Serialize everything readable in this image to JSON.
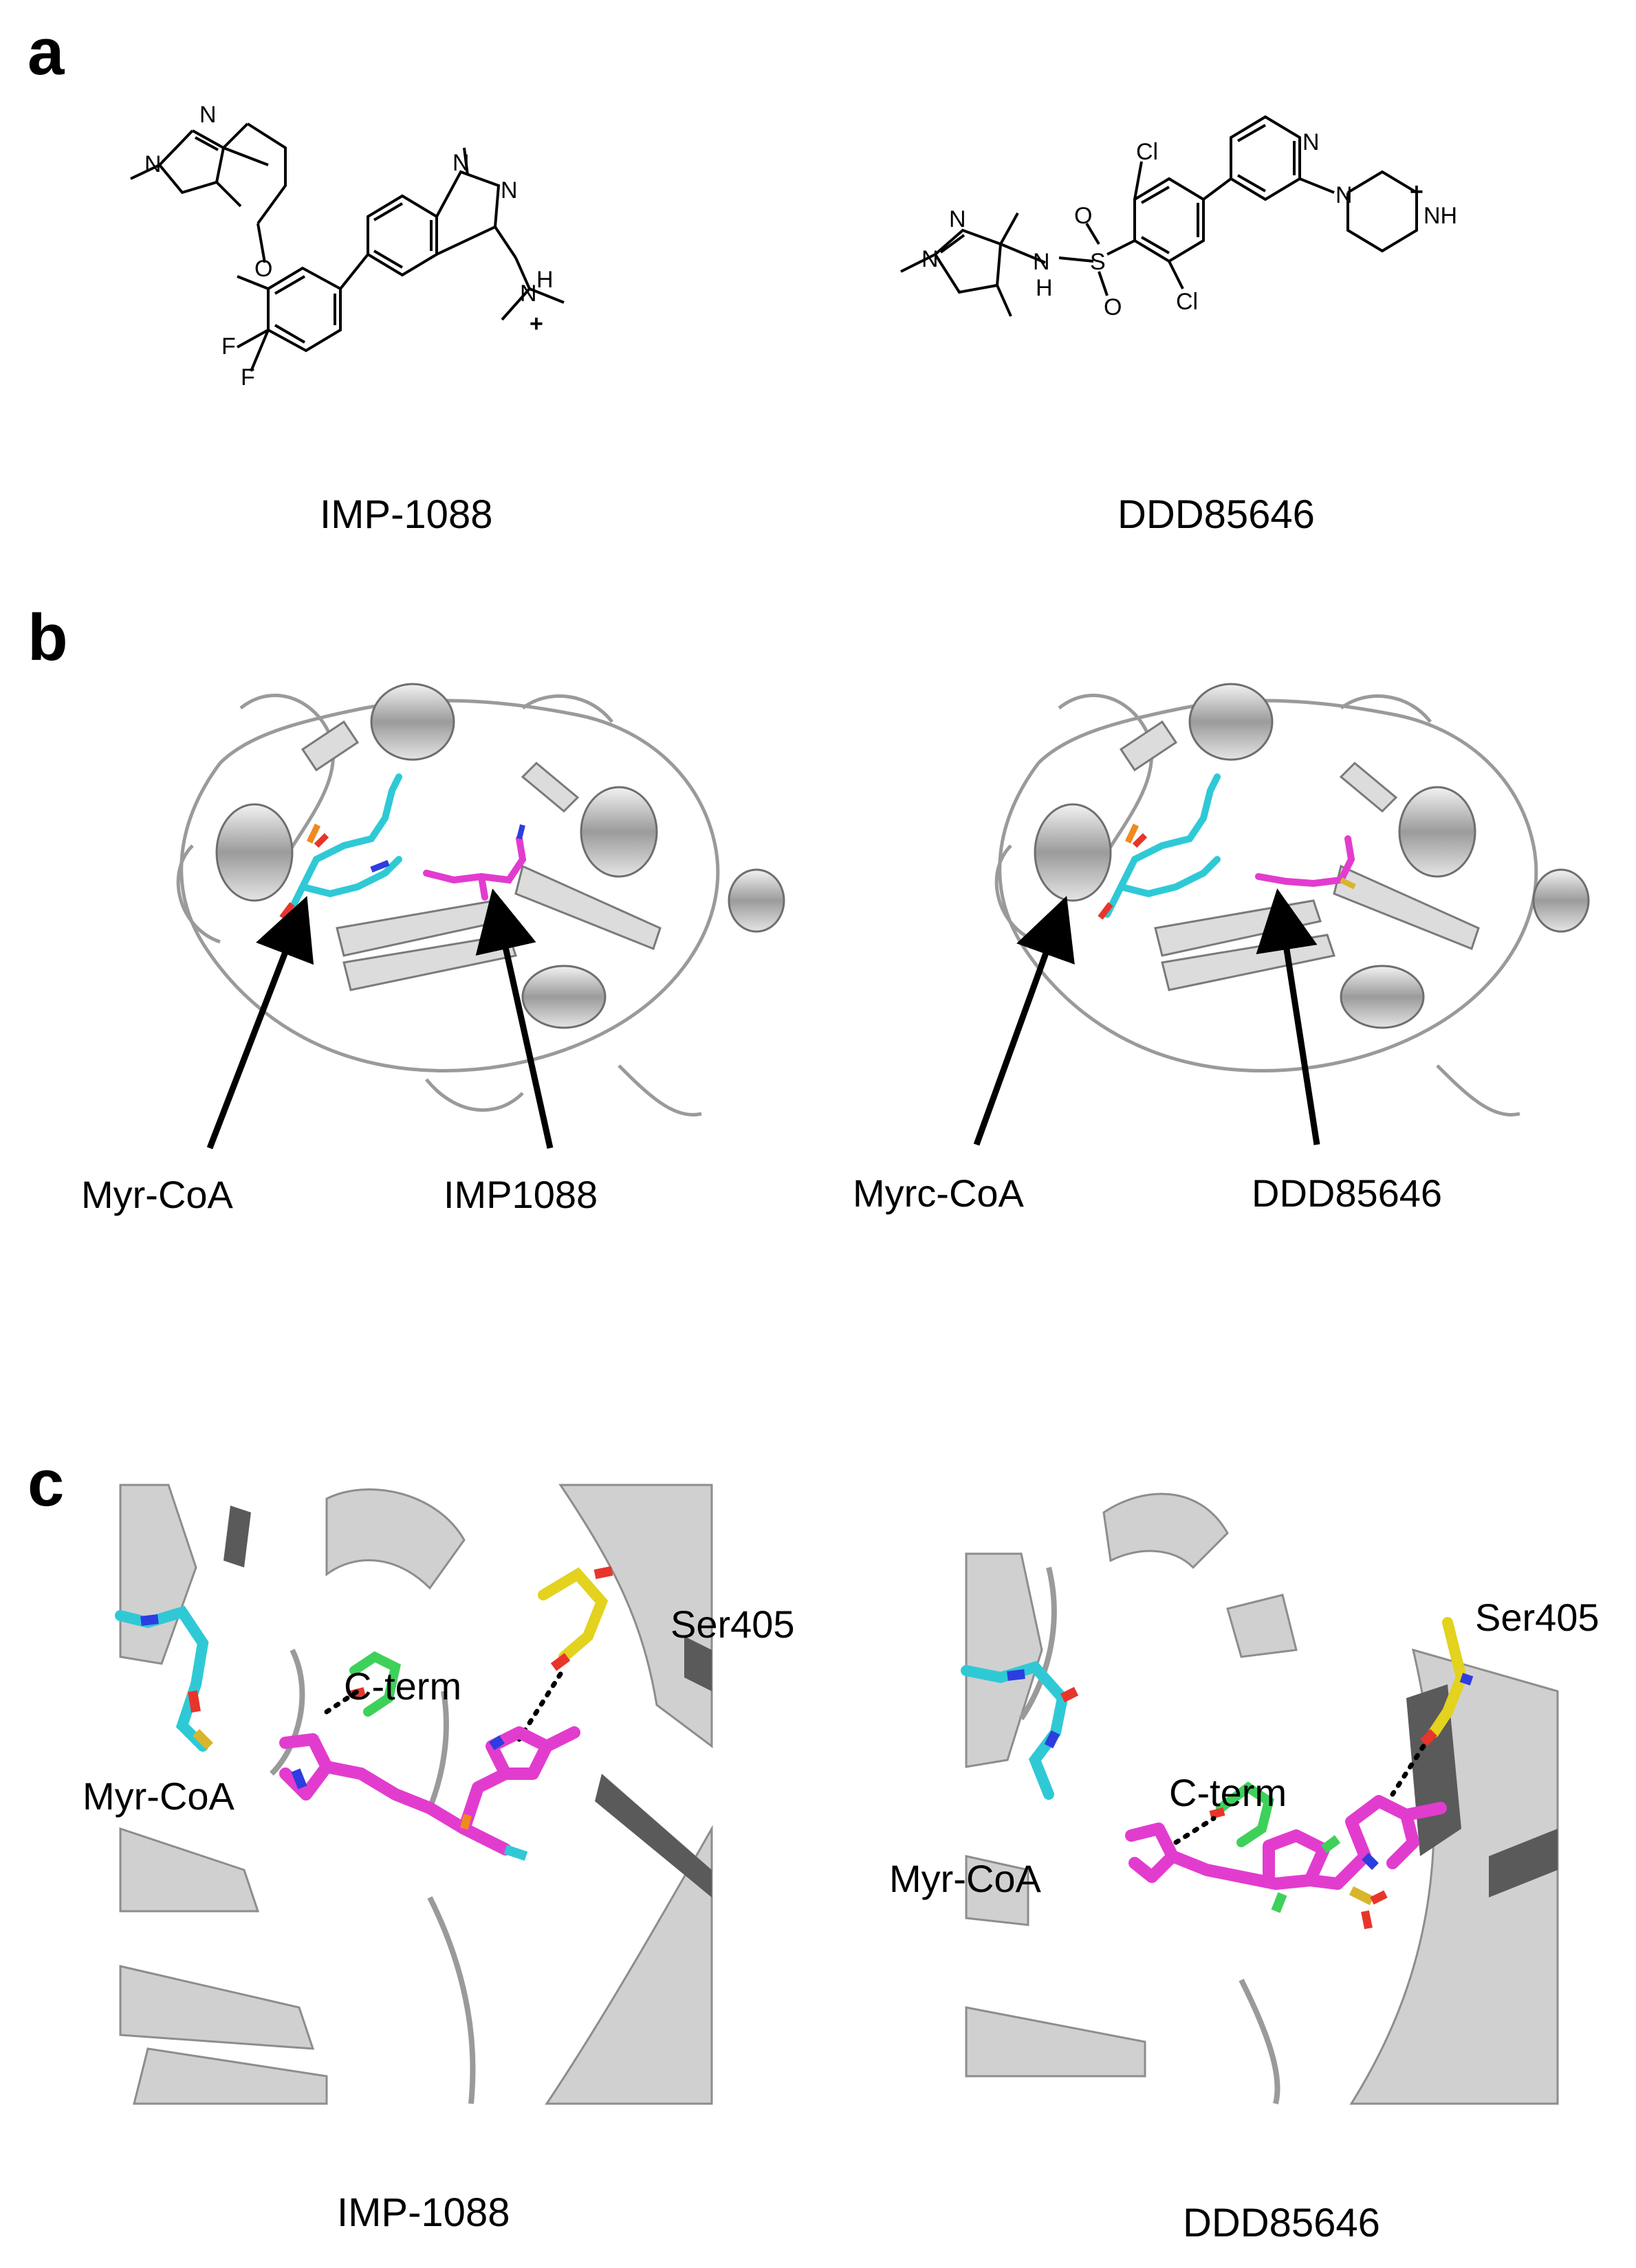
{
  "panels": {
    "a": {
      "letter": "a",
      "left_caption": "IMP-1088",
      "right_caption": "DDD85646",
      "atoms_left": {
        "N": "N",
        "O": "O",
        "F": "F",
        "H": "H",
        "plus": "+"
      },
      "atoms_right": {
        "N": "N",
        "S": "S",
        "O": "O",
        "H": "H",
        "NH": "NH",
        "Cl": "Cl",
        "plus": "+"
      }
    },
    "b": {
      "letter": "b",
      "left_labels": {
        "cofactor": "Myr-CoA",
        "ligand": "IMP1088"
      },
      "right_labels": {
        "cofactor": "Myrc-CoA",
        "ligand": "DDD85646"
      }
    },
    "c": {
      "letter": "c",
      "left": {
        "residue": "Ser405",
        "cterm": "C-term",
        "cofactor": "Myr-CoA",
        "caption": "IMP-1088"
      },
      "right": {
        "residue": "Ser405",
        "cterm": "C-term",
        "cofactor": "Myr-CoA",
        "caption": "DDD85646"
      }
    }
  },
  "colors": {
    "protein": "#c8c8c8",
    "protein_dark": "#8a8a8a",
    "cofactor": "#2fc9d6",
    "ligand": "#e23ccf",
    "oxygen": "#e8352b",
    "nitrogen": "#2d3de0",
    "sulfur": "#d9b52c",
    "phosphorus": "#f08a1e",
    "fluorine_chlorine": "#3dbf3a",
    "serine": "#e3d21e",
    "cterm": "#3ed15a"
  }
}
